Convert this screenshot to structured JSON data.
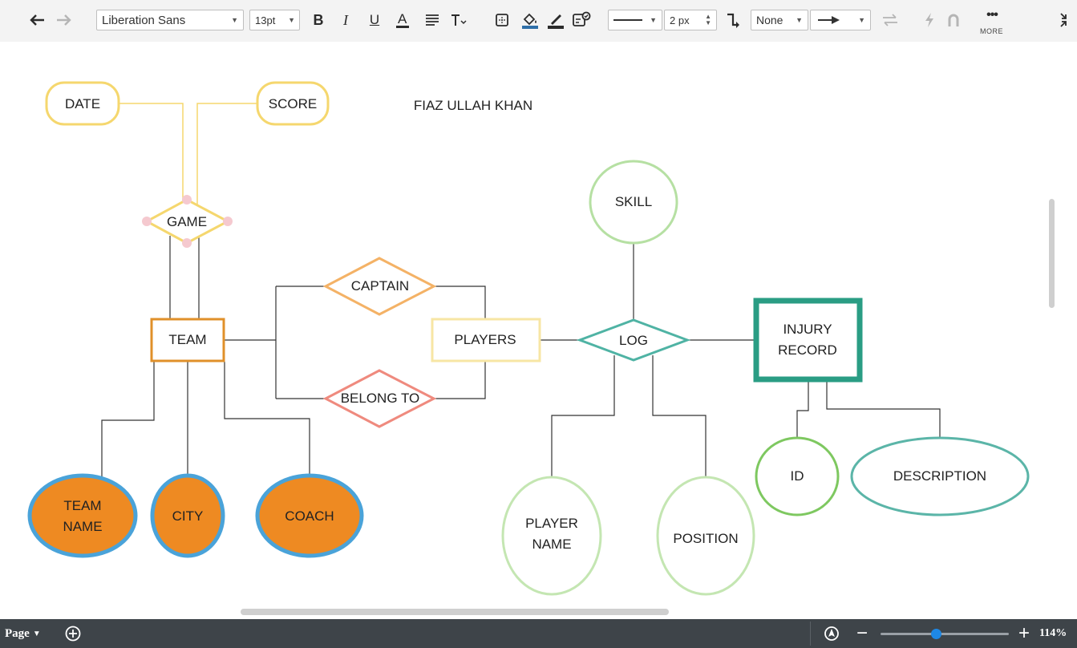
{
  "toolbar": {
    "font_family": "Liberation Sans",
    "font_size": "13pt",
    "line_width": "2 px",
    "arrow_start": "None",
    "more_label": "MORE"
  },
  "diagram": {
    "author": "FIAZ ULLAH KHAN",
    "shapes": {
      "date": "DATE",
      "score": "SCORE",
      "game": "GAME",
      "team": "TEAM",
      "captain": "CAPTAIN",
      "belong_to": "BELONG TO",
      "players": "PLAYERS",
      "log": "LOG",
      "skill": "SKILL",
      "injury_record_line1": "INJURY",
      "injury_record_line2": "RECORD",
      "id": "ID",
      "description": "DESCRIPTION",
      "player_name_line1": "PLAYER",
      "player_name_line2": "NAME",
      "position": "POSITION",
      "team_name_line1": "TEAM",
      "team_name_line2": "NAME",
      "city": "CITY",
      "coach": "COACH"
    }
  },
  "bottombar": {
    "page_label": "Page",
    "zoom": "114%"
  },
  "colors": {
    "yellow": "#f5d76e",
    "orange_border": "#e0902a",
    "orange_fill": "#ee8a22",
    "blue_border": "#4aa3d9",
    "teal": "#2a9d84",
    "light_green": "#b6e0a3",
    "green": "#7ec860",
    "salmon": "#ef8a7e",
    "captain_orange": "#f4b266",
    "players_yellow": "#f7e6a4"
  }
}
